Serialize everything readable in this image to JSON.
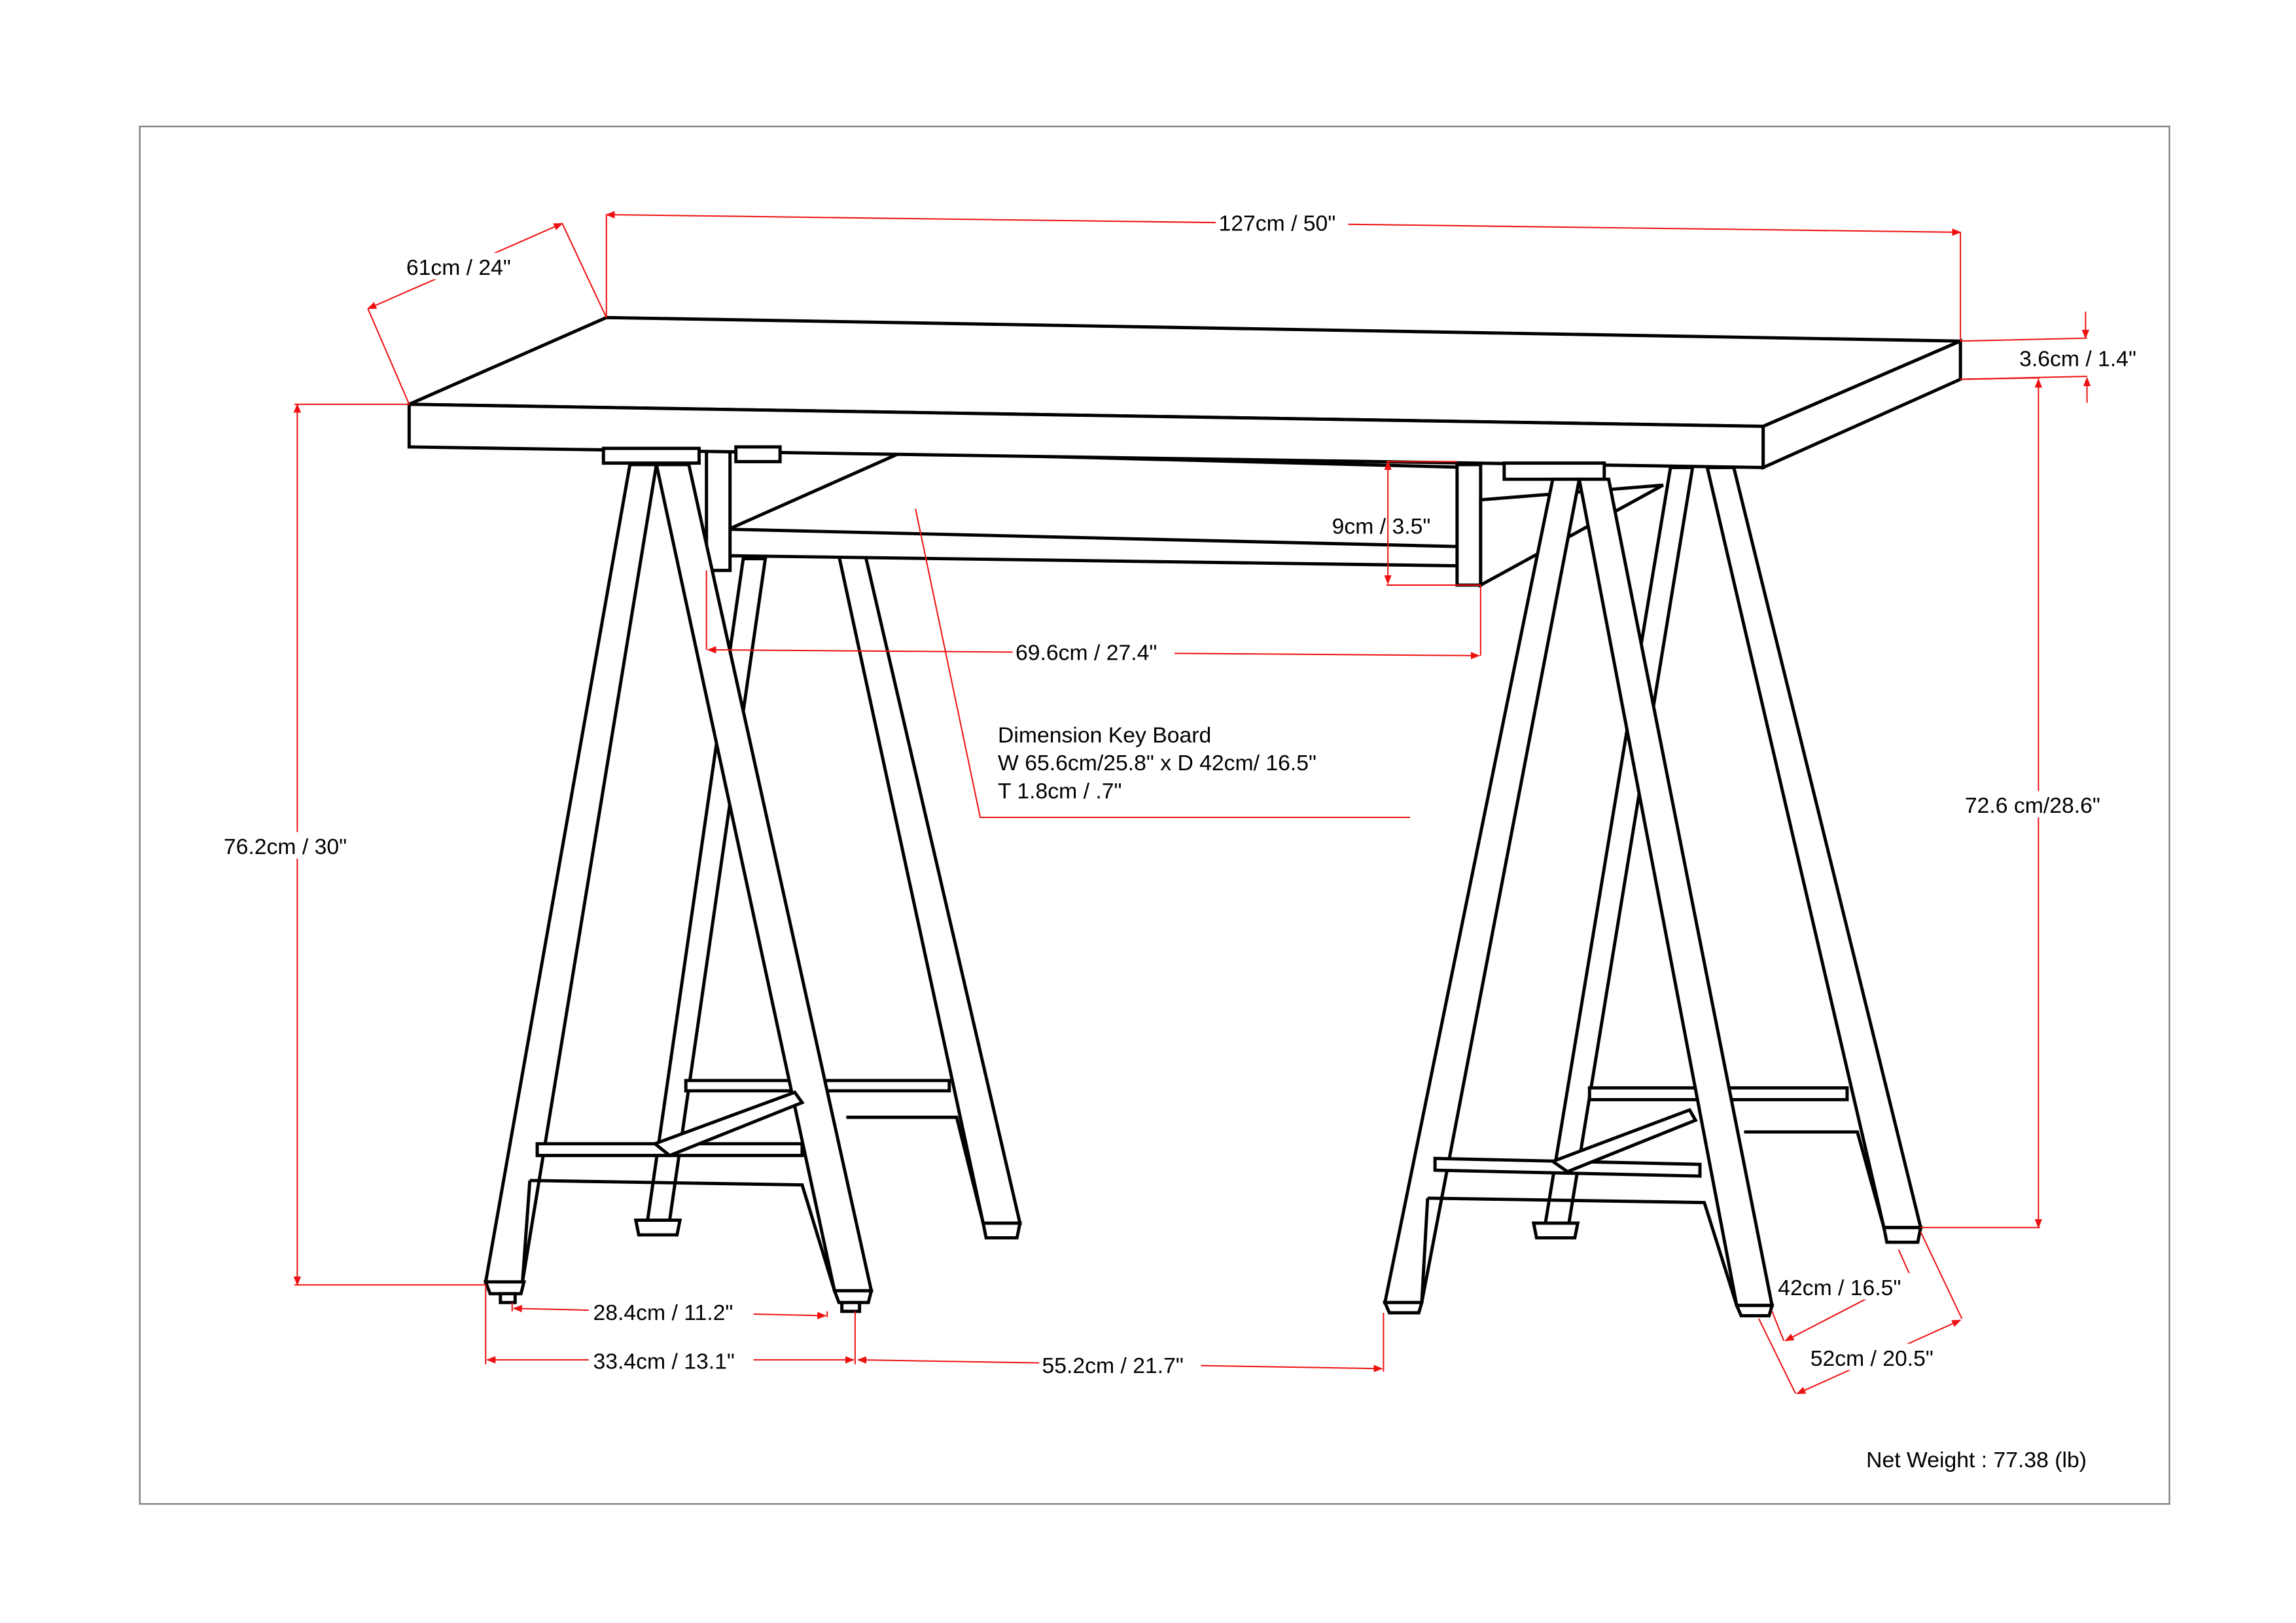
{
  "diagram": {
    "title": "Desk dimension diagram",
    "colors": {
      "outline": "#000000",
      "dimension_lines": "#e11111",
      "frame": "#7a7a7a",
      "background": "#ffffff"
    },
    "dimensions": {
      "overall_width": "127cm / 50\"",
      "overall_depth": "61cm / 24\"",
      "top_thickness": "3.6cm / 1.4\"",
      "overall_height": "76.2cm / 30\"",
      "leg_height": "72.6 cm/28.6\"",
      "shelf_height": "9cm / 3.5\"",
      "inner_width": "69.6cm / 27.4\"",
      "foot_inner_width": "28.4cm / 11.2\"",
      "foot_outer_width": "33.4cm / 13.1\"",
      "leg_gap": "55.2cm / 21.7\"",
      "leg_inner_depth": "42cm / 16.5\"",
      "leg_outer_depth": "52cm / 20.5\""
    },
    "keyboard_note": {
      "title": "Dimension Key Board",
      "line1": "W 65.6cm/25.8\" x D 42cm/ 16.5\"",
      "line2": "T 1.8cm / .7\""
    },
    "net_weight": "Net Weight : 77.38 (lb)"
  }
}
